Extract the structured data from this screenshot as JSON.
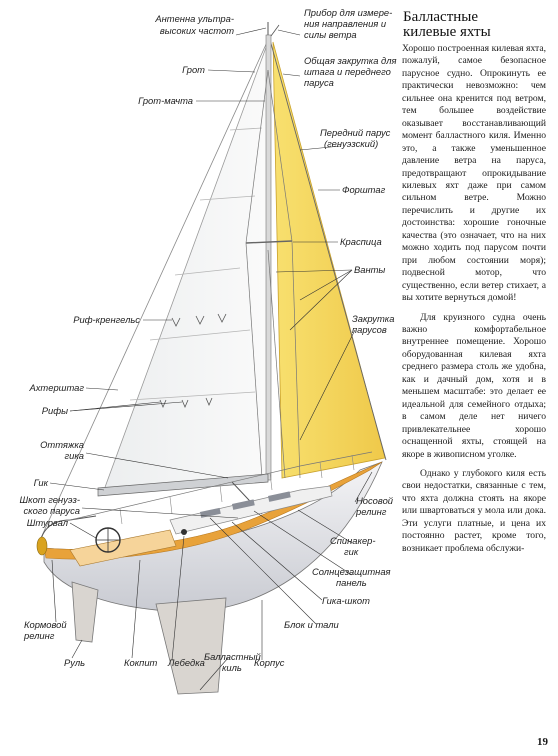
{
  "labels": {
    "antenna": [
      "Антенна ультра-",
      "высоких частот"
    ],
    "wind_instrument": [
      "Прибор для измере-",
      "ния направления и",
      "силы ветра"
    ],
    "grot": [
      "Грот"
    ],
    "furling": [
      "Общая закрутка для",
      "штага и переднего",
      "паруса"
    ],
    "grot_mast": [
      "Грот-мачта"
    ],
    "genoa": [
      "Передний парус",
      "(генуэзский)"
    ],
    "forestay": [
      "Форштаг"
    ],
    "spreader": [
      "Краспица"
    ],
    "shrouds": [
      "Ванты"
    ],
    "reef_cringle": [
      "Риф-кренгельс"
    ],
    "sail_furling": [
      "Закрутка",
      "парусов"
    ],
    "backstay": [
      "Ахтерштаг"
    ],
    "reefs": [
      "Рифы"
    ],
    "boom_vang": [
      "Оттяжка",
      "гика"
    ],
    "boom": [
      "Гик"
    ],
    "genoa_sheet": [
      "Шкот генуэз-",
      "ского паруса"
    ],
    "wheel": [
      "Штурвал"
    ],
    "bow_rail": [
      "Носовой",
      "релинг"
    ],
    "spinnaker_boom": [
      "Спинакер-",
      "гик"
    ],
    "solar_panel": [
      "Солнцезащитная",
      "панель"
    ],
    "boom_sheet": [
      "Гика-шкот"
    ],
    "stern_rail": [
      "Кормовой",
      "релинг"
    ],
    "block_tackle": [
      "Блок и тали"
    ],
    "rudder": [
      "Руль"
    ],
    "cockpit": [
      "Кокпит"
    ],
    "winch": [
      "Лебедка"
    ],
    "ballast_keel": [
      "Балластный",
      "киль"
    ],
    "hull": [
      "Корпус"
    ]
  },
  "article": {
    "title": [
      "Балластные",
      "килевые яхты"
    ],
    "paragraphs": [
      "Хорошо построенная килевая яхта, пожалуй, самое безопасное парусное судно. Опрокинуть ее практически невозможно: чем сильнее она кренится под ветром, тем большее воздействие оказывает восстанавливающий момент балластного киля. Именно это, а также уменьшенное давление ветра на паруса, предотвращают опрокидывание килевых яхт даже при самом сильном ветре. Можно перечислить и другие их достоинства: хорошие гоночные качества (это означает, что на них можно ходить под парусом почти при любом состоянии моря); подвесной мотор, что существенно, если ветер стихает, а вы хотите вернуться домой!",
      "Для круизного судна очень важно комфортабельное внутреннее помещение. Хорошо оборудованная килевая яхта среднего размера столь же удобна, как и дачный дом, хотя и в меньшем масштабе: это делает ее идеальной для семейного отдыха; в самом деле нет ничего привлекательнее хорошо оснащенной яхты, стоящей на якоре в живописном уголке.",
      "Однако у глубокого киля есть свои недостатки, связанные с тем, что яхта должна стоять на якоре или швартоваться у мола или дока. Эти услуги платные, и цена их постоянно растет, кроме того, возникает проблема обслужи-"
    ]
  },
  "page_number": "19",
  "colors": {
    "genoa_sail": "#f3d25a",
    "hull_stripe": "#e8a23a",
    "hull": "#e9eaee",
    "keel": "#d9d5d0"
  }
}
